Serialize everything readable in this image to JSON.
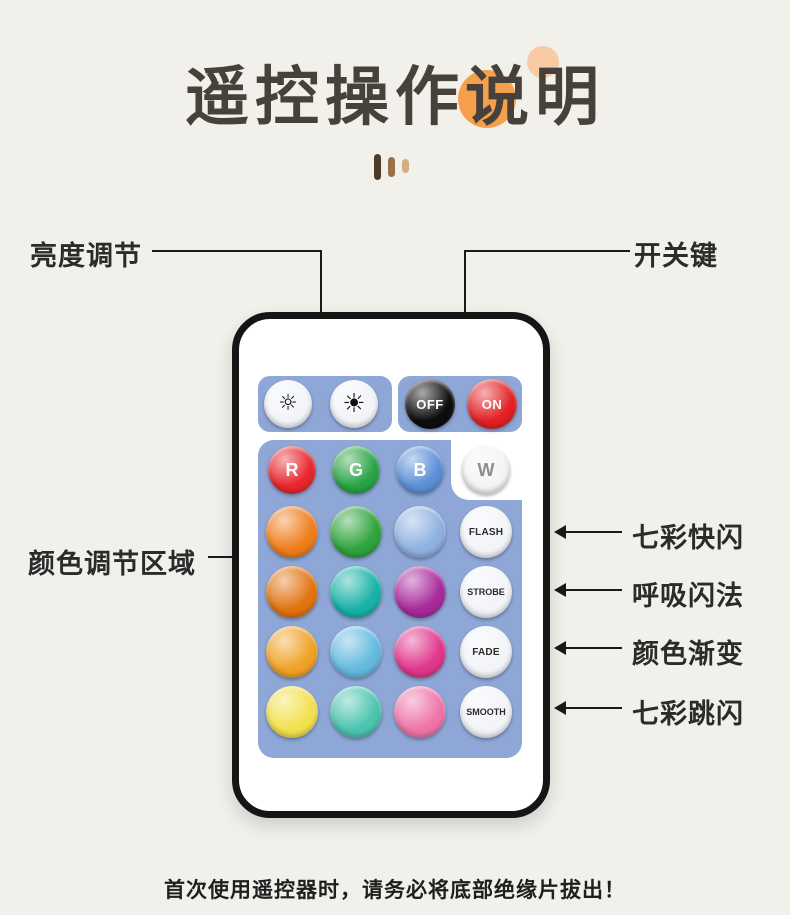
{
  "title": "遥控操作说明",
  "footer": "首次使用遥控器时，请务必将底部绝缘片拔出！",
  "theme": {
    "background": "#f2f0eb",
    "title_color": "#46423b",
    "accent_orange": "#f6a04d",
    "accent_peach": "#f8cba4"
  },
  "callouts": {
    "brightness": "亮度调节",
    "power": "开关键",
    "color_area": "颜色调节区域",
    "modes": [
      "七彩快闪",
      "呼吸闪法",
      "颜色渐变",
      "七彩跳闪"
    ]
  },
  "remote": {
    "panel_color": "#8ea7d7",
    "brightness_dim_icon": "☼",
    "brightness_up_icon": "☀",
    "power_off_label": "OFF",
    "power_on_label": "ON",
    "off_color": "#0d0d0d",
    "on_color": "#e32124",
    "rgbw": [
      {
        "label": "R",
        "color": "#e8262d",
        "text_color": "#ffffff"
      },
      {
        "label": "G",
        "color": "#29a344",
        "text_color": "#ffffff"
      },
      {
        "label": "B",
        "color": "#5b8fd8",
        "text_color": "#ffffff"
      },
      {
        "label": "W",
        "color": "#f4f4f4",
        "text_color": "#8d8d8d"
      }
    ],
    "mode_buttons": [
      "FLASH",
      "STROBE",
      "FADE",
      "SMOOTH"
    ],
    "color_grid": [
      [
        "#ee7d1b",
        "#2fa33c",
        "#8fb0e0"
      ],
      [
        "#e17311",
        "#18b2a8",
        "#a82a9c"
      ],
      [
        "#f0a226",
        "#63bade",
        "#e0368c"
      ],
      [
        "#f2e04e",
        "#4cc4b0",
        "#ee74a8"
      ]
    ]
  }
}
